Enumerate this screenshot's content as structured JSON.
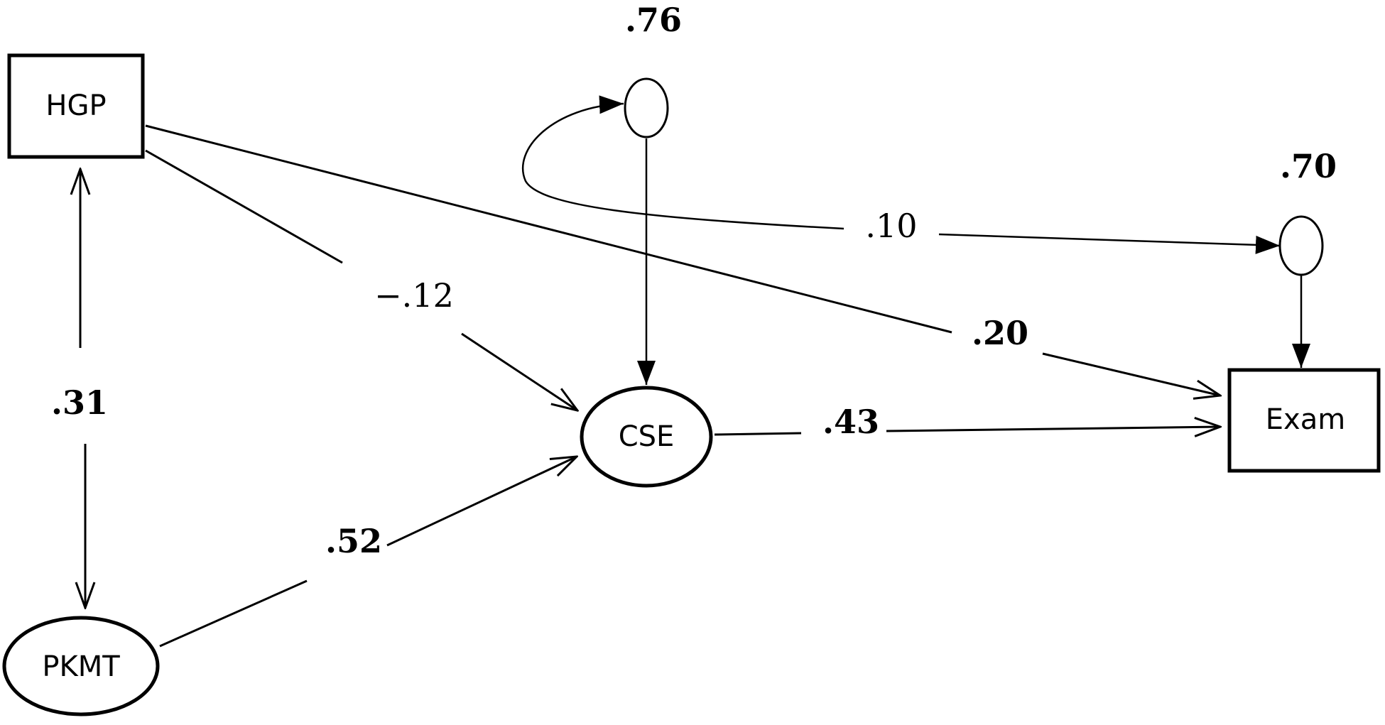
{
  "nodes": {
    "hgp": {
      "label": "HGP",
      "shape": "rectangle"
    },
    "pkmt": {
      "label": "PKMT",
      "shape": "ellipse"
    },
    "cse": {
      "label": "CSE",
      "shape": "ellipse"
    },
    "exam": {
      "label": "Exam",
      "shape": "rectangle"
    },
    "error_cse": {
      "label": "",
      "shape": "circle",
      "variance_label": ".76"
    },
    "error_exam": {
      "label": "",
      "shape": "circle",
      "variance_label": ".70"
    }
  },
  "paths": {
    "hgp_pkmt": {
      "coefficient": ".31",
      "type": "covariance"
    },
    "hgp_cse": {
      "coefficient": "−.12",
      "type": "regression"
    },
    "hgp_exam": {
      "coefficient": ".20",
      "type": "regression"
    },
    "pkmt_cse": {
      "coefficient": ".52",
      "type": "regression"
    },
    "cse_exam": {
      "coefficient": ".43",
      "type": "regression"
    },
    "errors_cov": {
      "coefficient": ".10",
      "type": "covariance"
    }
  },
  "colors": {
    "stroke": "#000000",
    "background": "#ffffff"
  }
}
